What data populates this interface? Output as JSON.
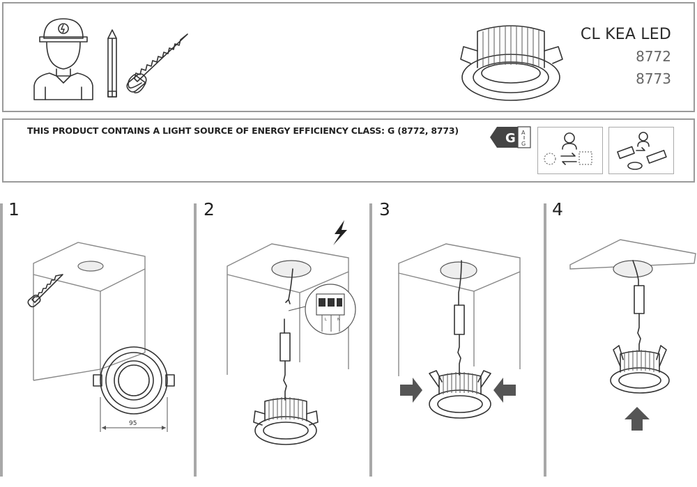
{
  "product": {
    "title": "CL KEA LED",
    "codes": [
      "8772",
      "8773"
    ]
  },
  "energy": {
    "statement": "THIS PRODUCT CONTAINS A LIGHT SOURCE OF ENERGY EFFICIENCY CLASS: G (8772, 8773)",
    "class": "G",
    "scale_top": "A",
    "scale_bottom": "G"
  },
  "steps": [
    {
      "number": "1",
      "dimension": "95"
    },
    {
      "number": "2"
    },
    {
      "number": "3"
    },
    {
      "number": "4"
    }
  ],
  "terminal_labels": {
    "l": "L",
    "n": "N"
  },
  "icons": [
    "installer-icon",
    "pencil-icon",
    "saw-icon",
    "downlight-icon",
    "energy-label-icon",
    "replaceable-light-source-icon",
    "replaceable-driver-icon",
    "power-off-icon"
  ]
}
